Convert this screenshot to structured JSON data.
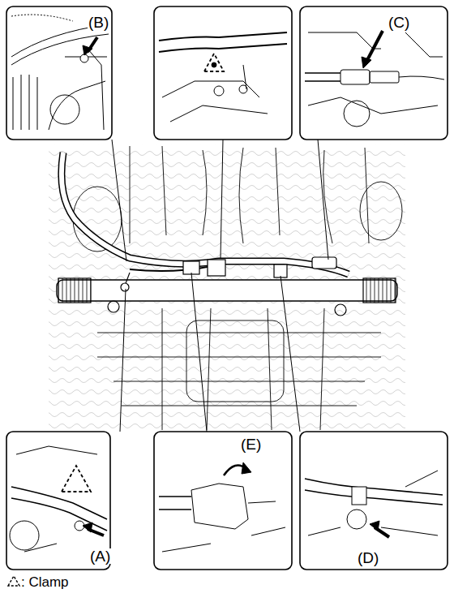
{
  "diagram": {
    "labels": [
      "(B)",
      "(C)",
      "(A)",
      "(E)",
      "(D)"
    ],
    "legend": [
      {
        "text": ": Clamp"
      }
    ]
  }
}
